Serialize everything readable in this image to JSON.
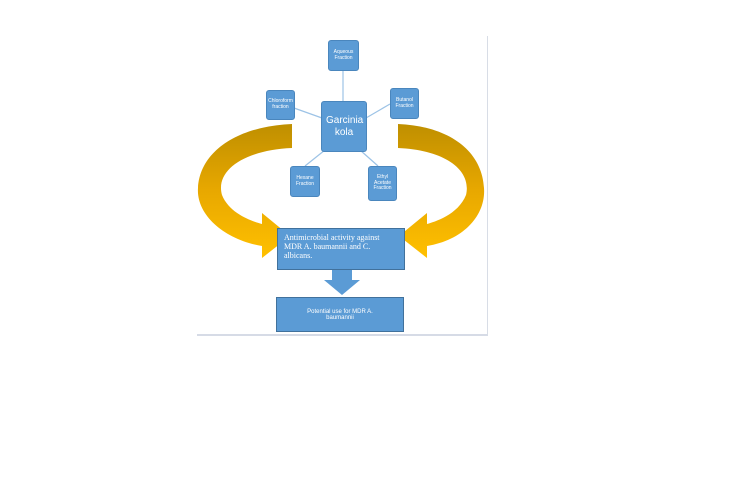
{
  "center": "Garcinia kola",
  "fractions": {
    "aqueous": "Aqueous Fraction",
    "butanol": "Butanol Fraction",
    "chloroform": "Chloroform fraction",
    "hexane": "Hexane Fraction",
    "ethyl_acetate": "Ethyl Acetate Fraction"
  },
  "activity": "Antimicrobial activity against MDR A. baumannii and C. albicans.",
  "potential": "Potential use for MDR A. baumannii",
  "colors": {
    "box": "#5b9bd5",
    "arrow": "#f2b705",
    "arrow_dark": "#bf8f00"
  }
}
